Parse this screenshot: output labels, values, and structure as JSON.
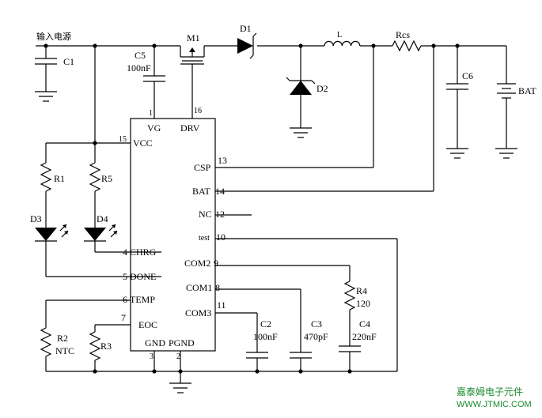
{
  "input_label": "输入电源",
  "components": {
    "c1": "C1",
    "c5": "C5",
    "c5_val": "100nF",
    "m1": "M1",
    "d1": "D1",
    "d2": "D2",
    "l": "L",
    "rcs": "Rcs",
    "c6": "C6",
    "bat": "BAT",
    "r1": "R1",
    "r5": "R5",
    "d3": "D3",
    "d4": "D4",
    "r2": "R2",
    "r2_val": "NTC",
    "r3": "R3",
    "c2": "C2",
    "c2_val": "100nF",
    "c3": "C3",
    "c3_val": "470pF",
    "c4": "C4",
    "c4_val": "220nF",
    "r4": "R4",
    "r4_val": "120"
  },
  "chip": {
    "pins_top": [
      {
        "num": "1",
        "name": "VG"
      },
      {
        "num": "16",
        "name": "DRV"
      }
    ],
    "pins_left": [
      {
        "num": "15",
        "name": "VCC"
      },
      {
        "num": "4",
        "name": "CHRG"
      },
      {
        "num": "5",
        "name": "DONE"
      },
      {
        "num": "6",
        "name": "TEMP"
      },
      {
        "num": "7",
        "name": "EOC"
      }
    ],
    "pins_right": [
      {
        "num": "13",
        "name": "CSP"
      },
      {
        "num": "14",
        "name": "BAT"
      },
      {
        "num": "12",
        "name": "NC"
      },
      {
        "num": "10",
        "name": "test"
      },
      {
        "num": "9",
        "name": "COM2"
      },
      {
        "num": "8",
        "name": "COM1"
      },
      {
        "num": "11",
        "name": "COM3"
      }
    ],
    "pins_bottom": [
      {
        "num": "3",
        "name": "GND"
      },
      {
        "num": "2",
        "name": "PGND"
      }
    ]
  },
  "watermark": {
    "company": "嘉泰姆电子元件",
    "url": "WWW.JTMIC.COM"
  }
}
